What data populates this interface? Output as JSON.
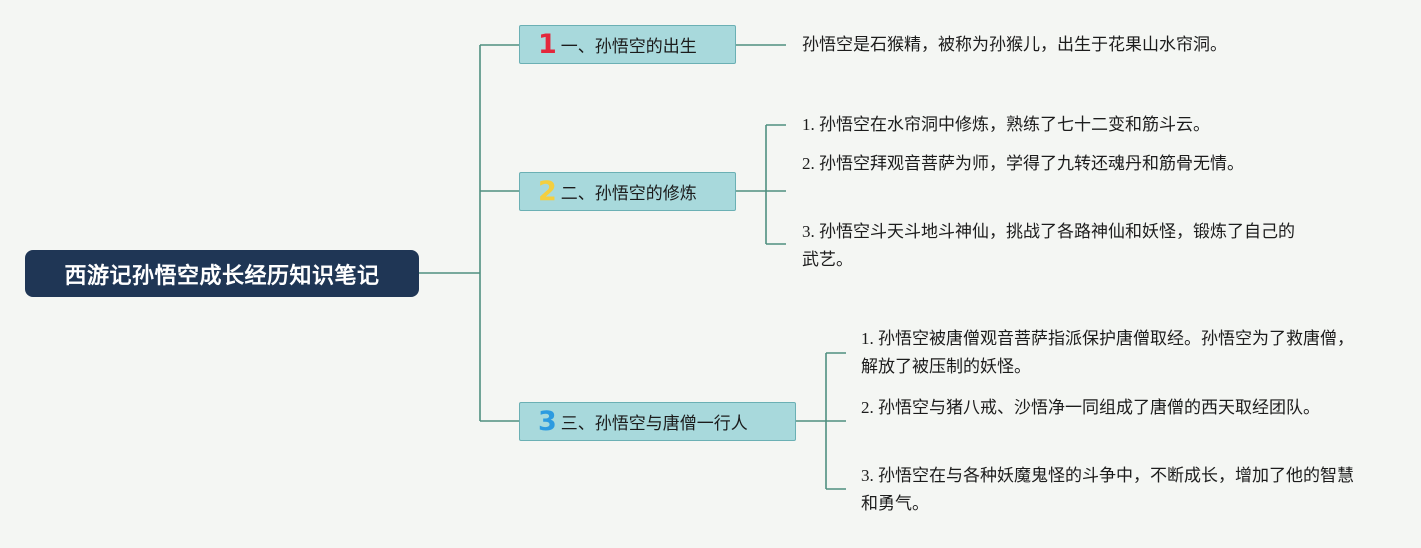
{
  "root": {
    "title": "西游记孙悟空成长经历知识笔记"
  },
  "colors": {
    "root_bg": "#1f3655",
    "branch_bg": "#a8d9dc",
    "connector": "#4f8f80",
    "num1": "#e3273b",
    "num2": "#f4cf3f",
    "num3": "#2d9be0"
  },
  "branches": [
    {
      "num": "1",
      "label": "一、孙悟空的出生",
      "items": [
        {
          "prefix": "",
          "text": "孙悟空是石猴精，被称为孙猴儿，出生于花果山水帘洞。"
        }
      ]
    },
    {
      "num": "2",
      "label": "二、孙悟空的修炼",
      "items": [
        {
          "prefix": "1. ",
          "text": "孙悟空在水帘洞中修炼，熟练了七十二变和筋斗云。"
        },
        {
          "prefix": "2. ",
          "text": "孙悟空拜观音菩萨为师，学得了九转还魂丹和筋骨无情。"
        },
        {
          "prefix": "3. ",
          "text": "孙悟空斗天斗地斗神仙，挑战了各路神仙和妖怪，锻炼了自己的武艺。"
        }
      ]
    },
    {
      "num": "3",
      "label": "三、孙悟空与唐僧一行人",
      "items": [
        {
          "prefix": "1. ",
          "text": "孙悟空被唐僧观音菩萨指派保护唐僧取经。孙悟空为了救唐僧，解放了被压制的妖怪。"
        },
        {
          "prefix": "2. ",
          "text": "孙悟空与猪八戒、沙悟净一同组成了唐僧的西天取经团队。"
        },
        {
          "prefix": "3. ",
          "text": "孙悟空在与各种妖魔鬼怪的斗争中，不断成长，增加了他的智慧和勇气。"
        }
      ]
    }
  ]
}
